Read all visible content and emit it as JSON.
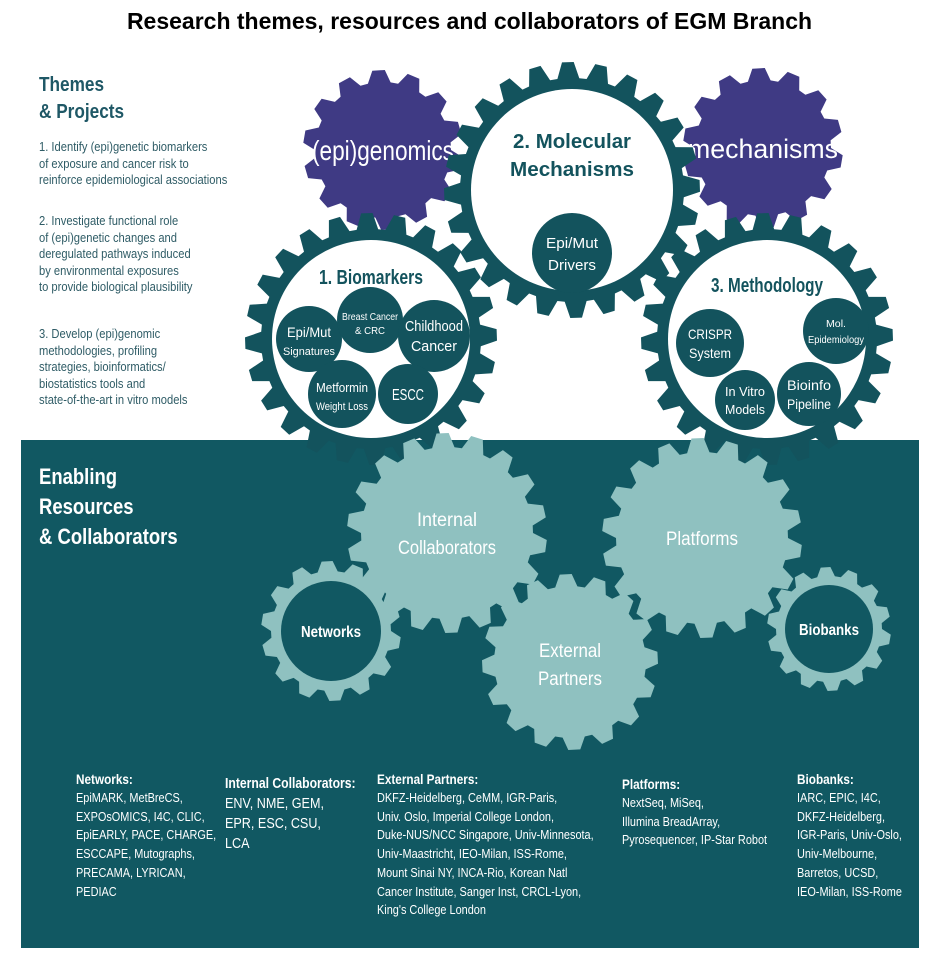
{
  "title": "Research themes, resources and collaborators of EGM Branch",
  "themes": {
    "heading_line1": "Themes",
    "heading_line2": "& Projects",
    "items": [
      [
        "1. Identify (epi)genetic biomarkers",
        "of exposure and cancer risk to",
        "reinforce epidemiological associations"
      ],
      [
        "2. Investigate functional role",
        "of (epi)genetic changes and",
        "deregulated pathways induced",
        "by environmental exposures",
        "to provide biological plausibility"
      ],
      [
        "3. Develop (epi)genomic",
        "methodologies, profiling",
        "strategies, bioinformatics/",
        "biostatistics tools and",
        "state-of-the-art in vitro models"
      ]
    ]
  },
  "top_gears": {
    "epigenomics": "(epi)genomics",
    "mechanisms": "mechanisms",
    "molecular": {
      "line1": "2. Molecular",
      "line2": "Mechanisms",
      "sub": [
        "Epi/Mut",
        "Drivers"
      ]
    },
    "biomarkers": {
      "title": "1. Biomarkers",
      "circles": [
        {
          "lines": [
            "Epi/Mut",
            "Signatures"
          ]
        },
        {
          "lines": [
            "Breast Cancer",
            "& CRC"
          ]
        },
        {
          "lines": [
            "Childhood",
            "Cancer"
          ]
        },
        {
          "lines": [
            "Metformin",
            "Weight Loss"
          ]
        },
        {
          "lines": [
            "ESCC"
          ]
        }
      ]
    },
    "methodology": {
      "title": "3. Methodology",
      "circles": [
        {
          "lines": [
            "CRISPR",
            "System"
          ]
        },
        {
          "lines": [
            "Mol.",
            "Epidemiology"
          ]
        },
        {
          "lines": [
            "In Vitro",
            "Models"
          ]
        },
        {
          "lines": [
            "Bioinfo",
            "Pipeline"
          ]
        }
      ]
    }
  },
  "resources": {
    "heading": [
      "Enabling",
      "Resources",
      "& Collaborators"
    ],
    "gears": {
      "internal": [
        "Internal",
        "Collaborators"
      ],
      "platforms": [
        "Platforms"
      ],
      "networks": [
        "Networks"
      ],
      "external": [
        "External",
        "Partners"
      ],
      "biobanks": [
        "Biobanks"
      ]
    }
  },
  "columns": {
    "networks": {
      "title": "Networks:",
      "lines": [
        "EpiMARK, MetBreCS,",
        "EXPOsOMICS, I4C, CLIC,",
        "EpiEARLY, PACE, CHARGE,",
        "ESCCAPE, Mutographs,",
        "PRECAMA, LYRICAN,",
        "PEDIAC"
      ]
    },
    "internal": {
      "title": "Internal Collaborators:",
      "lines": [
        "ENV, NME, GEM,",
        "EPR, ESC, CSU,",
        "LCA"
      ]
    },
    "external": {
      "title": "External Partners:",
      "lines": [
        "DKFZ-Heidelberg, CeMM, IGR-Paris,",
        "Univ. Oslo, Imperial College London,",
        "Duke-NUS/NCC Singapore, Univ-Minnesota,",
        "Univ-Maastricht, IEO-Milan, ISS-Rome,",
        "Mount Sinai NY, INCA-Rio, Korean Natl",
        "Cancer Institute, Sanger Inst, CRCL-Lyon,",
        "King's College London"
      ]
    },
    "platforms": {
      "title": "Platforms:",
      "lines": [
        "NextSeq, MiSeq,",
        "Illumina BreadArray,",
        "Pyrosequencer, IP-Star Robot"
      ]
    },
    "biobanks": {
      "title": "Biobanks:",
      "lines": [
        "IARC, EPIC, I4C,",
        "DKFZ-Heidelberg,",
        "IGR-Paris, Univ-Oslo,",
        "Univ-Melbourne,",
        "Barretos, UCSD,",
        "IEO-Milan, ISS-Rome"
      ]
    }
  },
  "colors": {
    "teal_dark": "#115862",
    "teal_gear": "#13535d",
    "teal_light": "#8fc1c0",
    "purple": "#3f3a84",
    "themes_text": "#2f5c66"
  }
}
